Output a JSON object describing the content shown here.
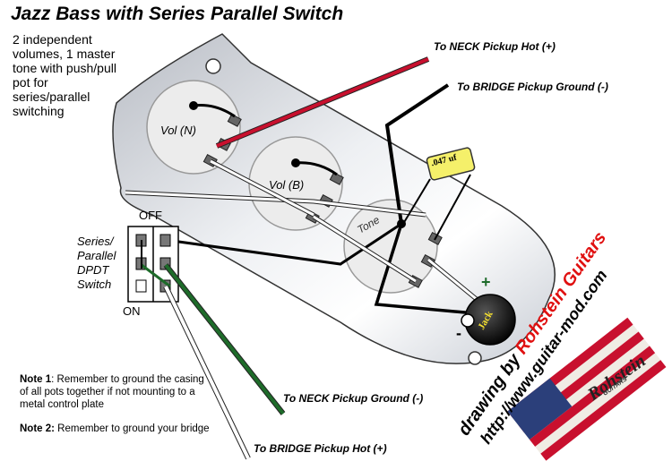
{
  "title": "Jazz Bass with Series Parallel Switch",
  "description": "2 independent\nvolumes, 1 master\ntone with push/pull\npot for\nseries/parallel\nswitching",
  "pots": {
    "vol_neck": "Vol (N)",
    "vol_bridge": "Vol (B)",
    "tone": "Tone"
  },
  "capacitor": ".047 uf",
  "jack": {
    "label": "Jack",
    "plus": "+",
    "minus": "-"
  },
  "switch": {
    "label": "Series/\nParallel\nDPDT\nSwitch",
    "off": "OFF",
    "on": "ON"
  },
  "wire_labels": {
    "neck_hot": "To NECK Pickup Hot (+)",
    "bridge_ground": "To BRIDGE Pickup Ground (-)",
    "neck_ground": "To NECK Pickup Ground (-)",
    "bridge_hot": "To BRIDGE Pickup Hot (+)"
  },
  "notes": [
    {
      "heading": "Note 1",
      "text": ": Remember to ground the casing of all pots together if not mounting to a metal control plate"
    },
    {
      "heading": "Note 2:",
      "text": " Remember to ground your bridge"
    }
  ],
  "credit": {
    "line1": "drawing by",
    "brand": "Rohstein Guitars",
    "url": "http://www.guitar-mod.com",
    "logo_text": "Rohstein",
    "logo_sub": "GUITARS"
  },
  "colors": {
    "plate": "#c9ccd2",
    "wire_red": "#c8102e",
    "wire_green": "#1e6b2a",
    "brand_red": "#e01010",
    "cap_yellow": "#f5f06a"
  }
}
